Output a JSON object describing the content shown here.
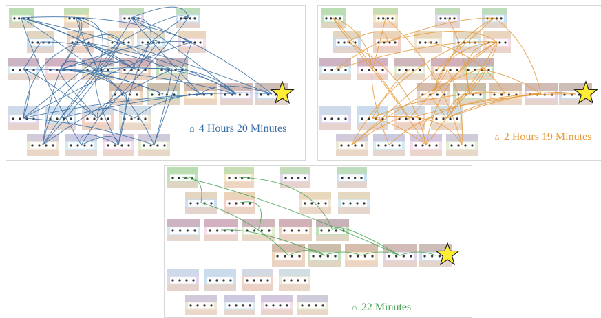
{
  "panels": [
    {
      "id": "p1",
      "color": "#3a6fa5",
      "time_label": "4 Hours 20 Minutes"
    },
    {
      "id": "p2",
      "color": "#e69a3a",
      "time_label": "2 Hours 19 Minutes"
    },
    {
      "id": "p3",
      "color": "#4aa455",
      "time_label": "22 Minutes"
    }
  ],
  "icons": {
    "goal": "star-icon",
    "person": "person-icon"
  },
  "colors": {
    "star": "#ffee33",
    "star_stroke": "#222222"
  }
}
